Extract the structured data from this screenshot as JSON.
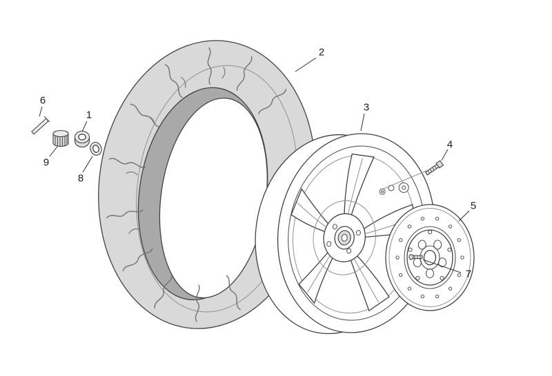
{
  "figure": {
    "type": "exploded-parts-diagram",
    "subject": "rear-wheel-assembly",
    "background": "#ffffff",
    "colors": {
      "line": "#404040",
      "tire_fill": "#d9d9d9",
      "tire_inner_fill": "#a9a9a9"
    },
    "callouts": [
      {
        "number": "1",
        "part": "axle-nut"
      },
      {
        "number": "2",
        "part": "tire"
      },
      {
        "number": "3",
        "part": "wheel-rim"
      },
      {
        "number": "4",
        "part": "rim-bolt"
      },
      {
        "number": "5",
        "part": "brake-disc"
      },
      {
        "number": "6",
        "part": "cotter-pin"
      },
      {
        "number": "7",
        "part": "disc-bolt"
      },
      {
        "number": "8",
        "part": "washer"
      },
      {
        "number": "9",
        "part": "knurled-cap"
      }
    ]
  }
}
